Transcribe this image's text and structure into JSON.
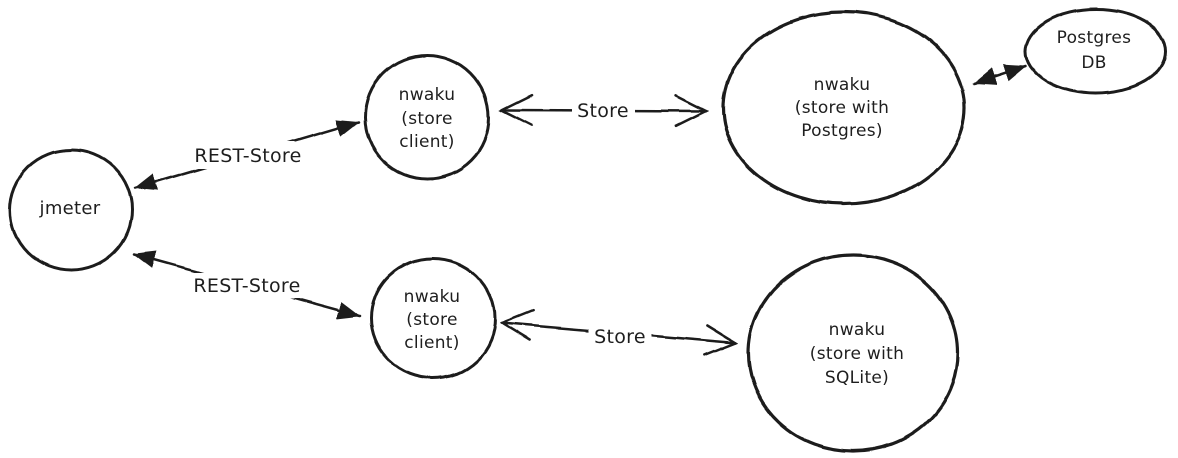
{
  "diagram": {
    "background_color": "#ffffff",
    "stroke_color": "#1e1e1e",
    "nodes": {
      "jmeter": {
        "line1": "jmeter"
      },
      "store_client_top": {
        "line1": "nwaku",
        "line2": "(store",
        "line3": "client)"
      },
      "store_postgres": {
        "line1": "nwaku",
        "line2": "(store with",
        "line3": "Postgres)"
      },
      "postgres_db": {
        "line1": "Postgres",
        "line2": "DB"
      },
      "store_client_bottom": {
        "line1": "nwaku",
        "line2": "(store",
        "line3": "client)"
      },
      "store_sqlite": {
        "line1": "nwaku",
        "line2": "(store with",
        "line3": "SQLite)"
      }
    },
    "edges": {
      "rest_store_top": {
        "label": "REST-Store"
      },
      "rest_store_bottom": {
        "label": "REST-Store"
      },
      "store_top": {
        "label": "Store"
      },
      "store_bottom": {
        "label": "Store"
      },
      "db_link": {
        "label": ""
      }
    }
  }
}
